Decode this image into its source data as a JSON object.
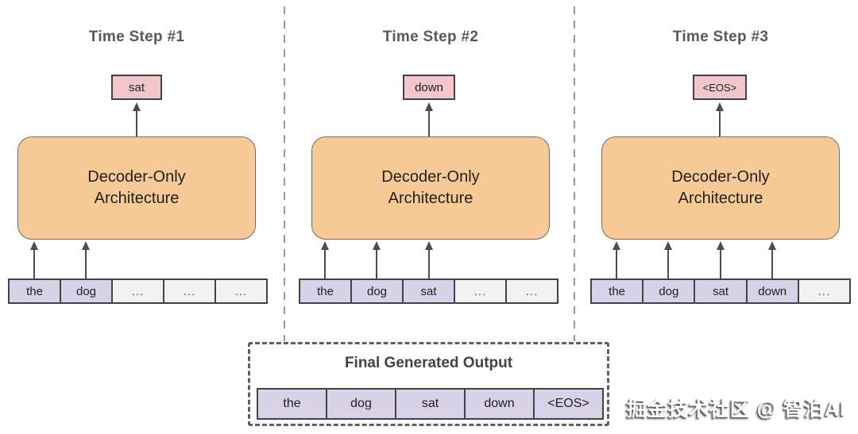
{
  "steps": [
    {
      "title": "Time Step #1",
      "generated_token": "sat",
      "decoder": {
        "line1": "Decoder-Only",
        "line2": "Architecture"
      },
      "input_tokens": [
        "the",
        "dog",
        "...",
        "...",
        "..."
      ]
    },
    {
      "title": "Time Step #2",
      "generated_token": "down",
      "decoder": {
        "line1": "Decoder-Only",
        "line2": "Architecture"
      },
      "input_tokens": [
        "the",
        "dog",
        "sat",
        "...",
        "..."
      ]
    },
    {
      "title": "Time Step #3",
      "generated_token": "<EOS>",
      "decoder": {
        "line1": "Decoder-Only",
        "line2": "Architecture"
      },
      "input_tokens": [
        "the",
        "dog",
        "sat",
        "down",
        "..."
      ]
    }
  ],
  "final_output": {
    "title": "Final Generated Output",
    "tokens": [
      "the",
      "dog",
      "sat",
      "down",
      "<EOS>"
    ]
  },
  "watermark": "掘金技术社区 @ 智泊AI",
  "colors": {
    "decoder_fill": "#f7c996",
    "generated_token_fill": "#f2c6cb",
    "input_token_fill": "#d8d2e8",
    "placeholder_fill": "#f2f2f2",
    "border_dark": "#434343",
    "title_gray": "#595959",
    "arrow": "#4d4d4d",
    "separator": "#9a9a9a"
  }
}
